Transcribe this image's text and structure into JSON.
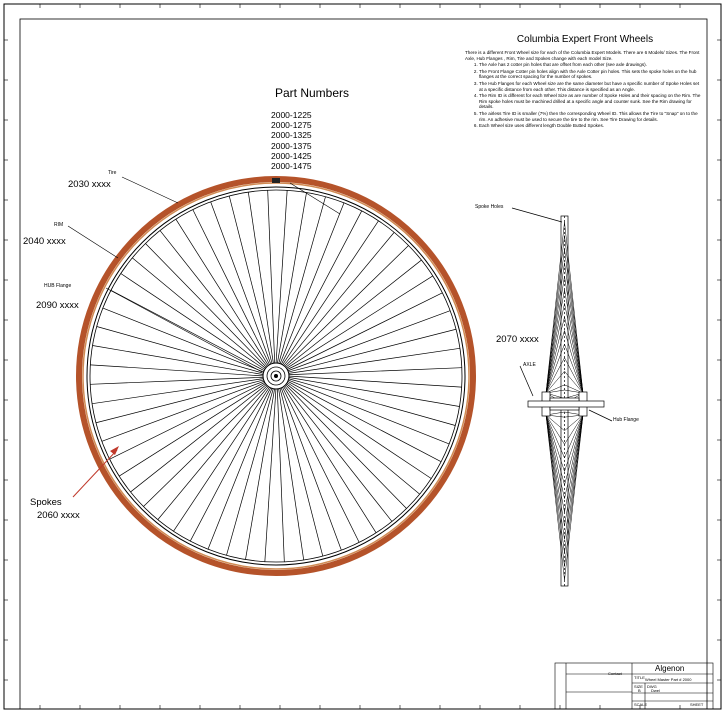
{
  "drawing": {
    "title": "Columbia Expert Front Wheels",
    "intro": "There is a different Front Wheel size for each of the Columbia Expert Models. There are 6 Models/ Sizes. The Front Axle, Hub Flanges , Rim, Tire and Spokes change with each model Size.",
    "notes": [
      "The Axle has 2 cotter pin holes that are offset from each other (see axle drawings).",
      "The Front Flange Cotter pin holes align with the Axle Cotter pin holes. This sets the spoke holes on the hub flanges at the correct spacing for the number of spokes.",
      "The Hub Flanges for each Wheel size are the same diameter but have a specific number of Spoke Holes set at a specific distance from each other. This distance is specified as an Angle.",
      "The Rim ID is different for each Wheel Size as are number of Spoke Holes and their spacing on the Rim. The Rim spoke holes must be machined drilled at a specific angle and counter sunk. See the Rim drawing for details.",
      "The airless Tire ID is smaller (7%) then the corresponding Wheel ID. This allows the Tire to \"Snap\" on to the rim. An adhesive must be used to secure the tire to the rim. See Tire Drawing for details.",
      "Each Wheel size uses different length Double Butted Spokes."
    ]
  },
  "part_numbers": {
    "title": "Part Numbers",
    "items": [
      "2000-1225",
      "2000-1275",
      "2000-1325",
      "2000-1375",
      "2000-1425",
      "2000-1475"
    ]
  },
  "callouts": {
    "tire": {
      "label": "Tire",
      "number": "2030 xxxx"
    },
    "rim": {
      "label": "RIM",
      "number": "2040 xxxx"
    },
    "hub": {
      "label": "HUB Flange",
      "number": "2090 xxxx"
    },
    "spokes": {
      "label": "Spokes",
      "number": "2060 xxxx"
    },
    "spoke_holes": {
      "label": "Spoke Holes"
    },
    "side_number": {
      "number": "2070 xxxx"
    },
    "axle": {
      "label": "AXLE"
    },
    "hub_flange": {
      "label": "Hub Flange"
    }
  },
  "title_block": {
    "company": "Algenon",
    "title_label": "TITLE",
    "title": "Wheel Master Part # 2000",
    "contact_label": "Contact",
    "size_label": "SIZE",
    "size": "B",
    "dwg_label": "DWG",
    "dwg": "Dwel",
    "scale_label": "SCALE",
    "sheet_label": "SHEET"
  },
  "colors": {
    "tire": "#b5532a",
    "tire_inner": "#d08a52",
    "callout_arrow": "#c0392b",
    "line": "#000000"
  },
  "wheel": {
    "spoke_count": 60
  }
}
